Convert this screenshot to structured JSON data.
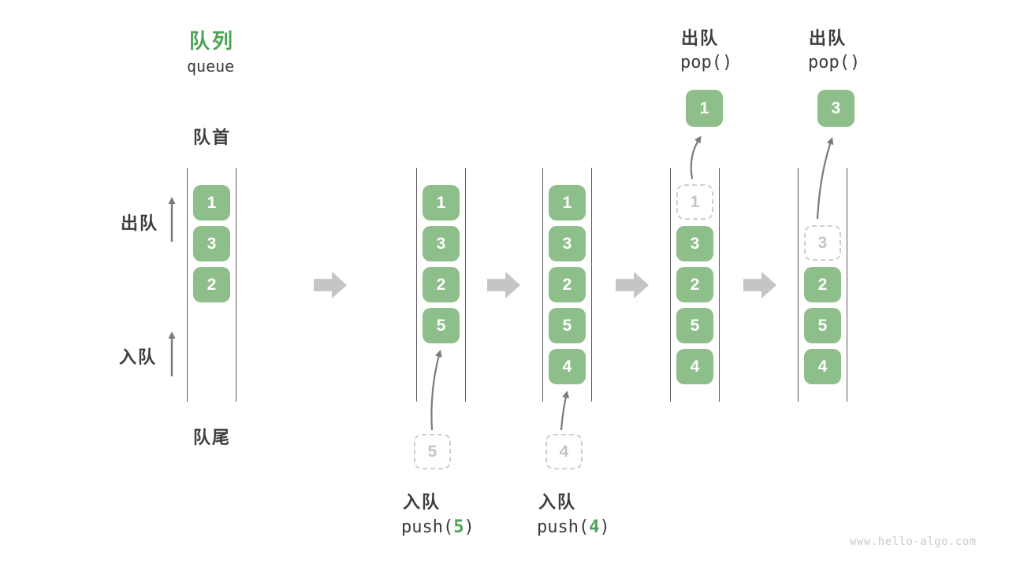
{
  "title": {
    "zh": "队列",
    "en": "queue"
  },
  "labels": {
    "front": "队首",
    "rear": "队尾",
    "dequeue_side": "出队",
    "enqueue_side": "入队"
  },
  "colors": {
    "box_green": "#8ebe8a",
    "accent_green": "#4da156",
    "dark_text": "#3d3d3d",
    "thin_arrow_gray": "#7b7b7b",
    "block_arrow_gray": "#c5c5c5",
    "ghost_gray": "#c4c4c4"
  },
  "columns": [
    {
      "boxes": [
        {
          "value": "1",
          "state": "solid"
        },
        {
          "value": "3",
          "state": "solid"
        },
        {
          "value": "2",
          "state": "solid"
        }
      ]
    },
    {
      "boxes": [
        {
          "value": "1",
          "state": "solid"
        },
        {
          "value": "3",
          "state": "solid"
        },
        {
          "value": "2",
          "state": "solid"
        },
        {
          "value": "5",
          "state": "solid"
        }
      ],
      "incoming": "5"
    },
    {
      "boxes": [
        {
          "value": "1",
          "state": "solid"
        },
        {
          "value": "3",
          "state": "solid"
        },
        {
          "value": "2",
          "state": "solid"
        },
        {
          "value": "5",
          "state": "solid"
        },
        {
          "value": "4",
          "state": "solid"
        }
      ],
      "incoming": "4"
    },
    {
      "boxes": [
        {
          "value": "1",
          "state": "ghost"
        },
        {
          "value": "3",
          "state": "solid"
        },
        {
          "value": "2",
          "state": "solid"
        },
        {
          "value": "5",
          "state": "solid"
        },
        {
          "value": "4",
          "state": "solid"
        }
      ],
      "popped": "1"
    },
    {
      "boxes": [
        {
          "value": "3",
          "state": "ghost"
        },
        {
          "value": "2",
          "state": "solid"
        },
        {
          "value": "5",
          "state": "solid"
        },
        {
          "value": "4",
          "state": "solid"
        }
      ],
      "popped": "3"
    }
  ],
  "operations": [
    {
      "action": "入队",
      "fn": "push(",
      "arg": "5",
      "close": ")"
    },
    {
      "action": "入队",
      "fn": "push(",
      "arg": "4",
      "close": ")"
    },
    {
      "action": "出队",
      "code": "pop()"
    },
    {
      "action": "出队",
      "code": "pop()"
    }
  ],
  "watermark": "www.hello-algo.com"
}
